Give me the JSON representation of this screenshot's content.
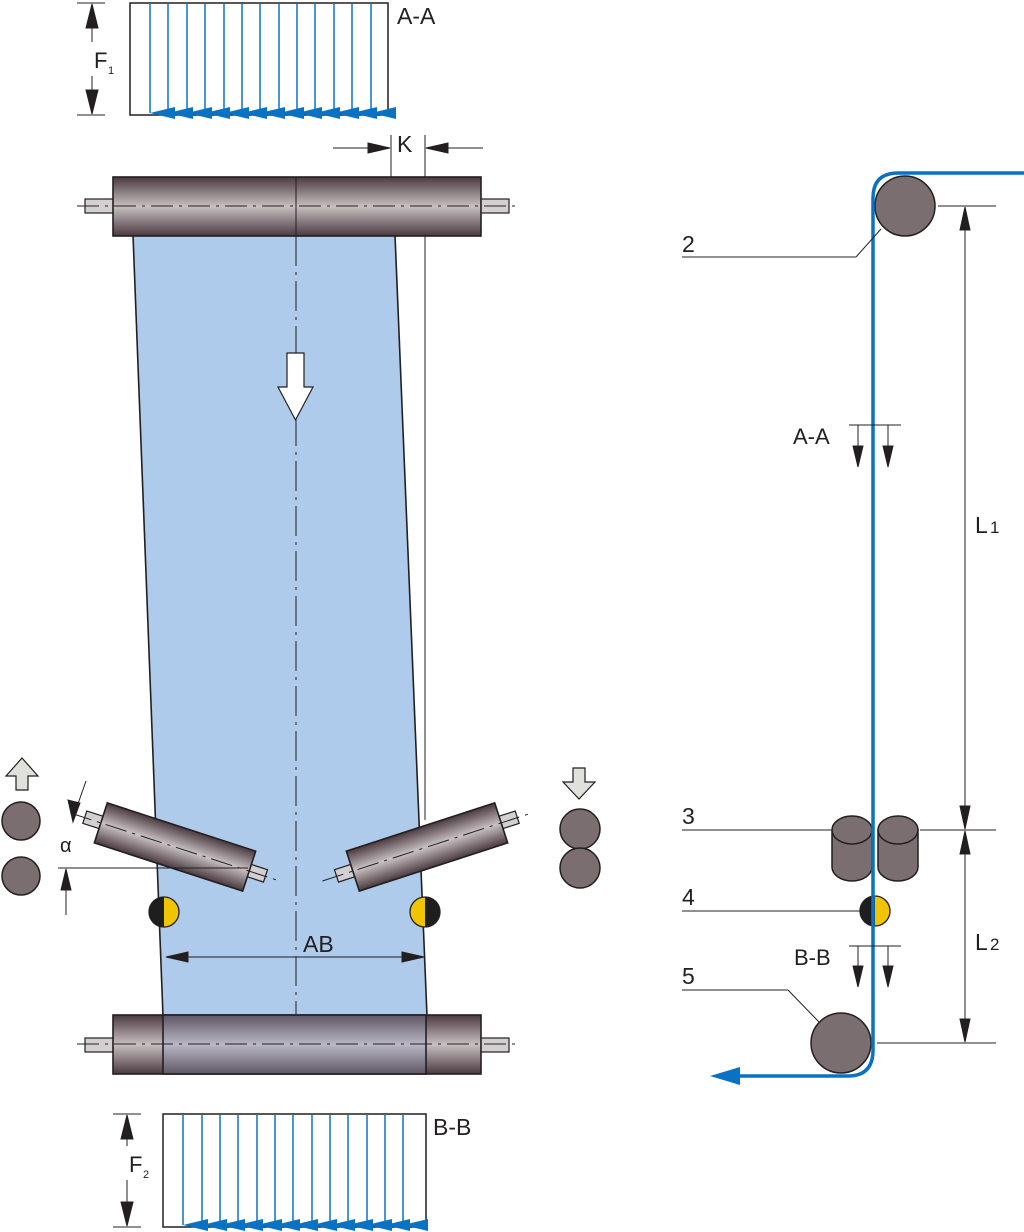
{
  "colors": {
    "web": "#aecbeb",
    "force_arrow": "#0a72c2",
    "roller_dark": "#4a3a40",
    "roller_light": "#c8c0c2",
    "roller_side": "#7a6e70",
    "sensor_yellow": "#f0c400",
    "sensor_black": "#1e1e1e",
    "line": "#231f20",
    "hollow_arrow": "#e0e0dc"
  },
  "labels": {
    "section_aa_top": "A-A",
    "force_1": "F",
    "force_1_sub": "1",
    "offset_k": "K",
    "angle_alpha": "α",
    "width_ab": "AB",
    "section_bb_bottom": "B-B",
    "force_2": "F",
    "force_2_sub": "2",
    "callout_2": "2",
    "callout_3": "3",
    "callout_4": "4",
    "callout_5": "5",
    "section_aa_side": "A-A",
    "section_bb_side": "B-B",
    "length_1": "L",
    "length_1_sub": "1",
    "length_2": "L",
    "length_2_sub": "2"
  },
  "force_distributions": {
    "aa_arrow_count": 13,
    "bb_arrow_count": 13
  }
}
